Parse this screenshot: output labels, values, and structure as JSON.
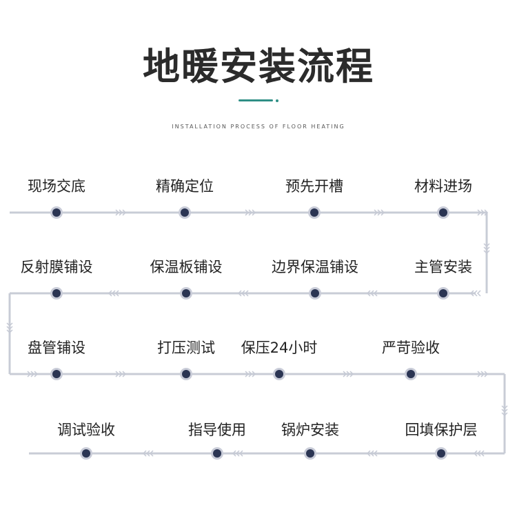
{
  "title": "地暖安装流程",
  "subtitle": "INSTALLATION PROCESS OF FLOOR HEATING",
  "colors": {
    "accent": "#2f8f86",
    "line": "#c8ccd6",
    "node_outer": "#c9ccd8",
    "node_inner": "#2b3553",
    "arrow": "#c5c9d4"
  },
  "rows": [
    {
      "steps": [
        "现场交底",
        "精确定位",
        "预先开槽",
        "材料进场"
      ]
    },
    {
      "steps": [
        "反射膜铺设",
        "保温板铺设",
        "边界保温铺设",
        "主管安装"
      ]
    },
    {
      "steps": [
        "盘管铺设",
        "打压测试",
        "保压24小时",
        "严苛验收"
      ]
    },
    {
      "steps": [
        "调试验收",
        "指导使用",
        "锅炉安装",
        "回填保护层"
      ]
    }
  ]
}
